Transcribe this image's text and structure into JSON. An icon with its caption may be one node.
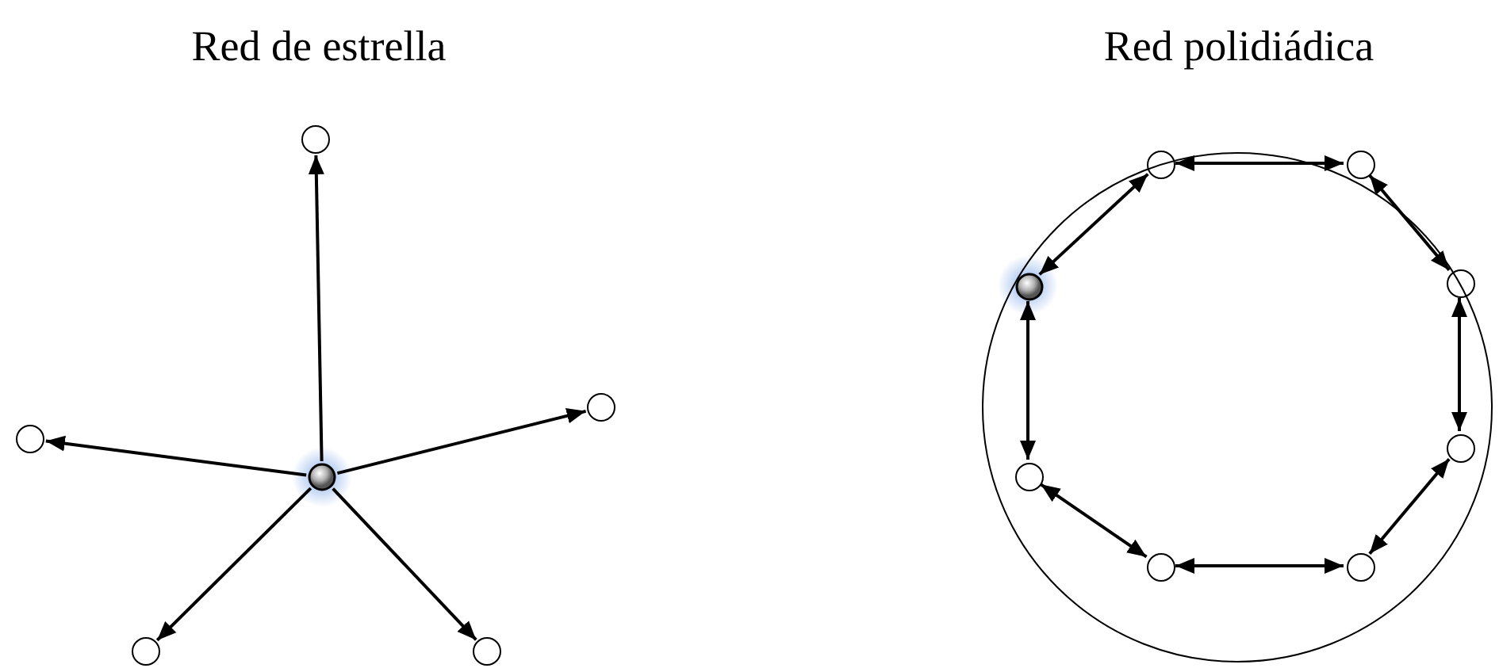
{
  "diagram": {
    "nodes": [
      {
        "text": [],
        "shape": "circle"
      },
      {
        "text": [],
        "shape": "circle"
      },
      {
        "text": [],
        "shape": "sphere"
      },
      {
        "text": [],
        "shape": "circle"
      },
      {
        "text": [],
        "shape": "circle"
      },
      {
        "text": [],
        "shape": "circle"
      },
      {
        "text": [],
        "shape": "circle"
      },
      {
        "text": [],
        "shape": "circle",
        "in": 6
      },
      {
        "text": [],
        "shape": "circle",
        "in": 6
      },
      {
        "text": [],
        "shape": "sphere",
        "in": 6
      },
      {
        "text": [],
        "shape": "circle",
        "in": 6
      },
      {
        "text": [],
        "shape": "circle",
        "in": 6
      },
      {
        "text": [],
        "shape": "circle",
        "in": 6
      },
      {
        "text": [],
        "shape": "circle",
        "in": 6
      },
      {
        "text": [],
        "shape": "circle",
        "in": 6
      }
    ],
    "edges": [
      {
        "from": 2,
        "to": 0,
        "arrow": "to"
      },
      {
        "from": 2,
        "to": 1,
        "arrow": "to"
      },
      {
        "from": 2,
        "to": 3,
        "arrow": "to"
      },
      {
        "from": 2,
        "to": 4,
        "arrow": "to"
      },
      {
        "from": 2,
        "to": 5,
        "arrow": "to"
      },
      {
        "from": 7,
        "to": 8,
        "arrow": "both"
      },
      {
        "from": 8,
        "to": 10,
        "arrow": "both"
      },
      {
        "from": 10,
        "to": 11,
        "arrow": "both"
      },
      {
        "from": 11,
        "to": 14,
        "arrow": "both"
      },
      {
        "from": 14,
        "to": 13,
        "arrow": "both"
      },
      {
        "from": 13,
        "to": 12,
        "arrow": "both"
      },
      {
        "from": 12,
        "to": 9,
        "arrow": "both"
      },
      {
        "from": 9,
        "to": 7,
        "arrow": "both"
      }
    ],
    "labels": [
      "Red de estrella",
      "Red polidiádica"
    ]
  }
}
